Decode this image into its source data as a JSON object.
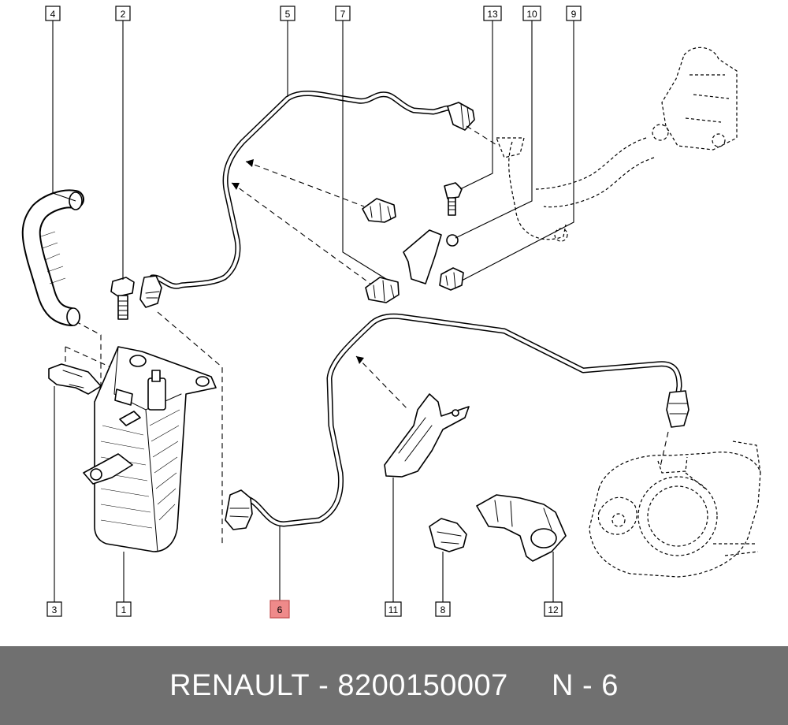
{
  "callouts": [
    {
      "id": "c4",
      "label": "4"
    },
    {
      "id": "c2",
      "label": "2"
    },
    {
      "id": "c5",
      "label": "5"
    },
    {
      "id": "c7",
      "label": "7"
    },
    {
      "id": "c13",
      "label": "13"
    },
    {
      "id": "c10",
      "label": "10"
    },
    {
      "id": "c9",
      "label": "9"
    },
    {
      "id": "c3",
      "label": "3"
    },
    {
      "id": "c1",
      "label": "1"
    },
    {
      "id": "c6",
      "label": "6",
      "highlighted": true
    },
    {
      "id": "c11",
      "label": "11"
    },
    {
      "id": "c8",
      "label": "8"
    },
    {
      "id": "c12",
      "label": "12"
    }
  ],
  "footer": {
    "brand": "RENAULT",
    "separator": " - ",
    "part_number": "8200150007",
    "ref": "N - 6"
  },
  "colors": {
    "highlight_fill": "#ef8a8a",
    "footer_bg": "#707070",
    "footer_text": "#ffffff"
  }
}
